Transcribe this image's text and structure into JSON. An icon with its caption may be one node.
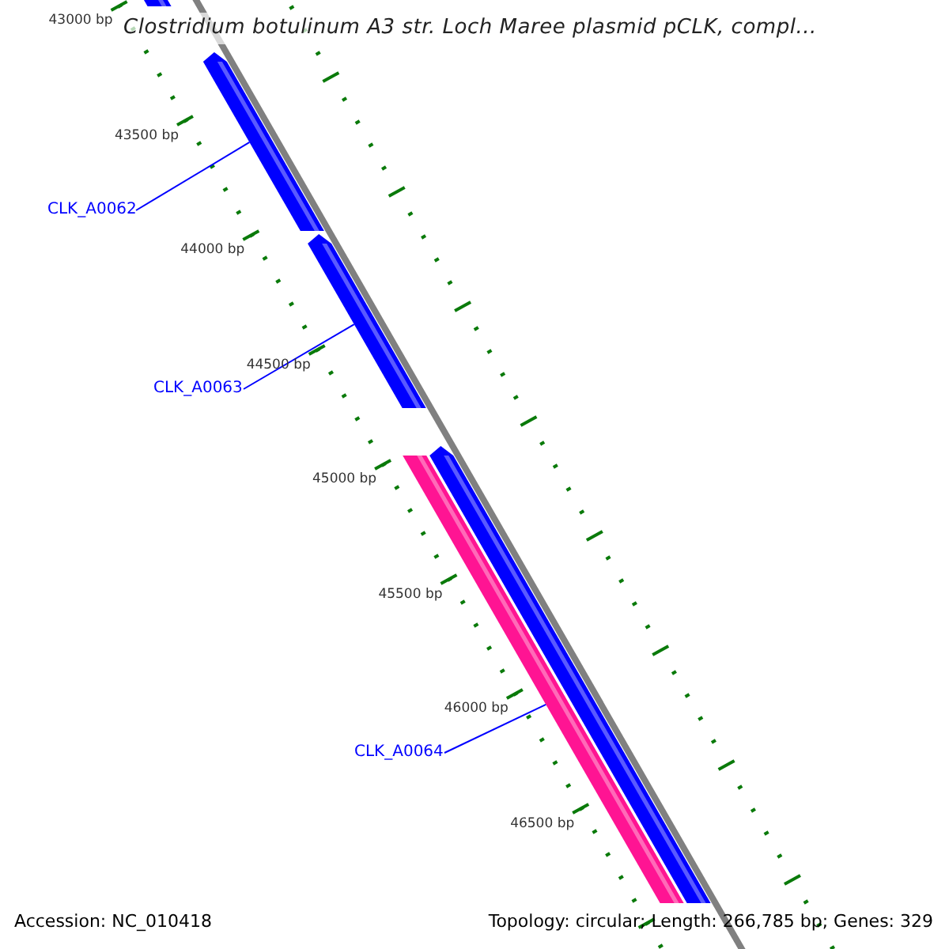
{
  "diagram": {
    "title": "Clostridium botulinum A3 str. Loch Maree plasmid pCLK, compl...",
    "nodes": [
      {
        "text": [],
        "shape": "bar"
      },
      {
        "text": [],
        "shape": "bar"
      },
      {
        "text": [
          "CLK_A0062"
        ]
      },
      {
        "text": [],
        "shape": "bar"
      },
      {
        "text": [
          "CLK_A0063"
        ]
      },
      {
        "text": [],
        "shape": "bar"
      },
      {
        "text": [],
        "shape": "bar"
      },
      {
        "text": [
          "CLK_A0064"
        ]
      }
    ],
    "edges": [
      {
        "from": 2,
        "to": 1,
        "arrow": "none"
      },
      {
        "from": 4,
        "to": 3,
        "arrow": "none"
      },
      {
        "from": 7,
        "to": 5,
        "arrow": "none"
      }
    ],
    "labels": [
      "43000 bp",
      "43500 bp",
      "44000 bp",
      "44500 bp",
      "45000 bp",
      "45500 bp",
      "46000 bp",
      "46500 bp",
      "Accession: NC_010418",
      "Topology: circular; Length: 266,785 bp; Genes: 329"
    ]
  }
}
